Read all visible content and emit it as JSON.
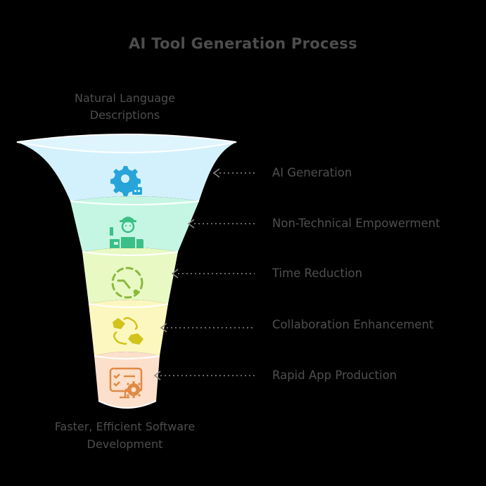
{
  "title": "AI Tool Generation Process",
  "input_label": "Natural Language Descriptions",
  "input_label_lines": [
    "Natural Language",
    "Descriptions"
  ],
  "output_label": "Faster, Efficient Software Development",
  "output_label_lines": [
    "Faster, Efficient Software",
    "Development"
  ],
  "stages": [
    {
      "label": "AI Generation",
      "icon": "gear-robot-icon",
      "fill": "#d3f1fc",
      "icon_color": "#27a4da"
    },
    {
      "label": "Non-Technical Empowerment",
      "icon": "worker-icon",
      "fill": "#c5f6e4",
      "icon_color": "#3cbf86"
    },
    {
      "label": "Time Reduction",
      "icon": "dashed-clock-icon",
      "fill": "#e8f9c4",
      "icon_color": "#8bb83a"
    },
    {
      "label": "Collaboration Enhancement",
      "icon": "handshake-icon",
      "fill": "#fcf7bf",
      "icon_color": "#d2c21a"
    },
    {
      "label": "Rapid App Production",
      "icon": "monitor-checklist-gear-icon",
      "fill": "#fde0cb",
      "icon_color": "#e08a46"
    }
  ],
  "colors": {
    "background": "#000000",
    "text": "#4e4e4e",
    "connector": "#8a8a8a"
  }
}
